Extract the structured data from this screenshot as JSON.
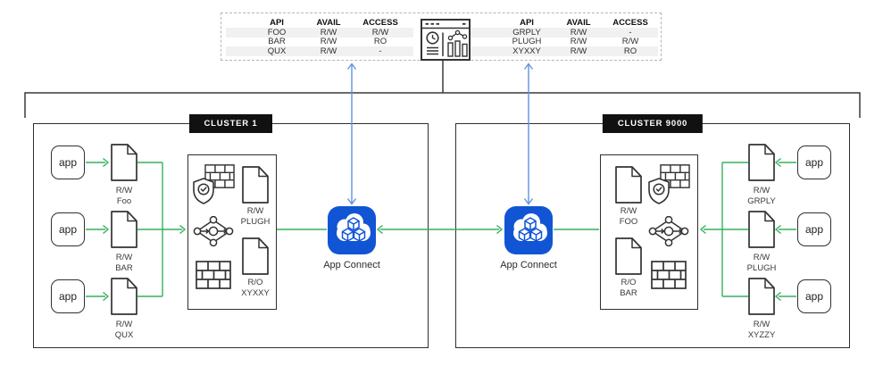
{
  "colors": {
    "flow_green": "#35b15d",
    "monitor_link_blue": "#6191e0",
    "app_connect_blue": "#1155d4",
    "cluster_border": "#2f2f2f",
    "cluster_label_bg": "#111111",
    "table_row_shade": "#f1f1f1"
  },
  "icons": {
    "monitoring-dashboard-icon": "window with clock, text lines and bar chart",
    "document-icon": "page with folded corner",
    "shield-check-icon": "shield with check over brick wall",
    "brick-wall-icon": "firewall bricks",
    "network-mesh-icon": "connected nodes with right arrows",
    "app-connect-icon": "blue tile with white cloud and cubes"
  },
  "monitoring_panel": {
    "tables": [
      {
        "headers": [
          "API",
          "AVAIL",
          "ACCESS"
        ],
        "rows": [
          {
            "api": "FOO",
            "avail": "R/W",
            "access": "R/W"
          },
          {
            "api": "BAR",
            "avail": "R/W",
            "access": "RO"
          },
          {
            "api": "QUX",
            "avail": "R/W",
            "access": "-"
          }
        ]
      },
      {
        "headers": [
          "API",
          "AVAIL",
          "ACCESS"
        ],
        "rows": [
          {
            "api": "GRPLY",
            "avail": "R/W",
            "access": "-"
          },
          {
            "api": "PLUGH",
            "avail": "R/W",
            "access": "R/W"
          },
          {
            "api": "XYXXY",
            "avail": "R/W",
            "access": "RO"
          }
        ]
      }
    ]
  },
  "cluster1": {
    "label": "CLUSTER 1",
    "apps": [
      "app",
      "app",
      "app"
    ],
    "source_files": [
      {
        "access": "R/W",
        "name": "Foo"
      },
      {
        "access": "R/W",
        "name": "BAR"
      },
      {
        "access": "R/W",
        "name": "QUX"
      }
    ],
    "gateway_files": [
      {
        "access": "R/W",
        "name": "PLUGH"
      },
      {
        "access": "R/O",
        "name": "XYXXY"
      }
    ],
    "app_connect_label": "App Connect"
  },
  "cluster2": {
    "label": "CLUSTER 9000",
    "apps": [
      "app",
      "app",
      "app"
    ],
    "source_files": [
      {
        "access": "R/W",
        "name": "GRPLY"
      },
      {
        "access": "R/W",
        "name": "PLUGH"
      },
      {
        "access": "R/W",
        "name": "XYZZY"
      }
    ],
    "gateway_files": [
      {
        "access": "R/W",
        "name": "FOO"
      },
      {
        "access": "R/O",
        "name": "BAR"
      }
    ],
    "app_connect_label": "App Connect"
  }
}
